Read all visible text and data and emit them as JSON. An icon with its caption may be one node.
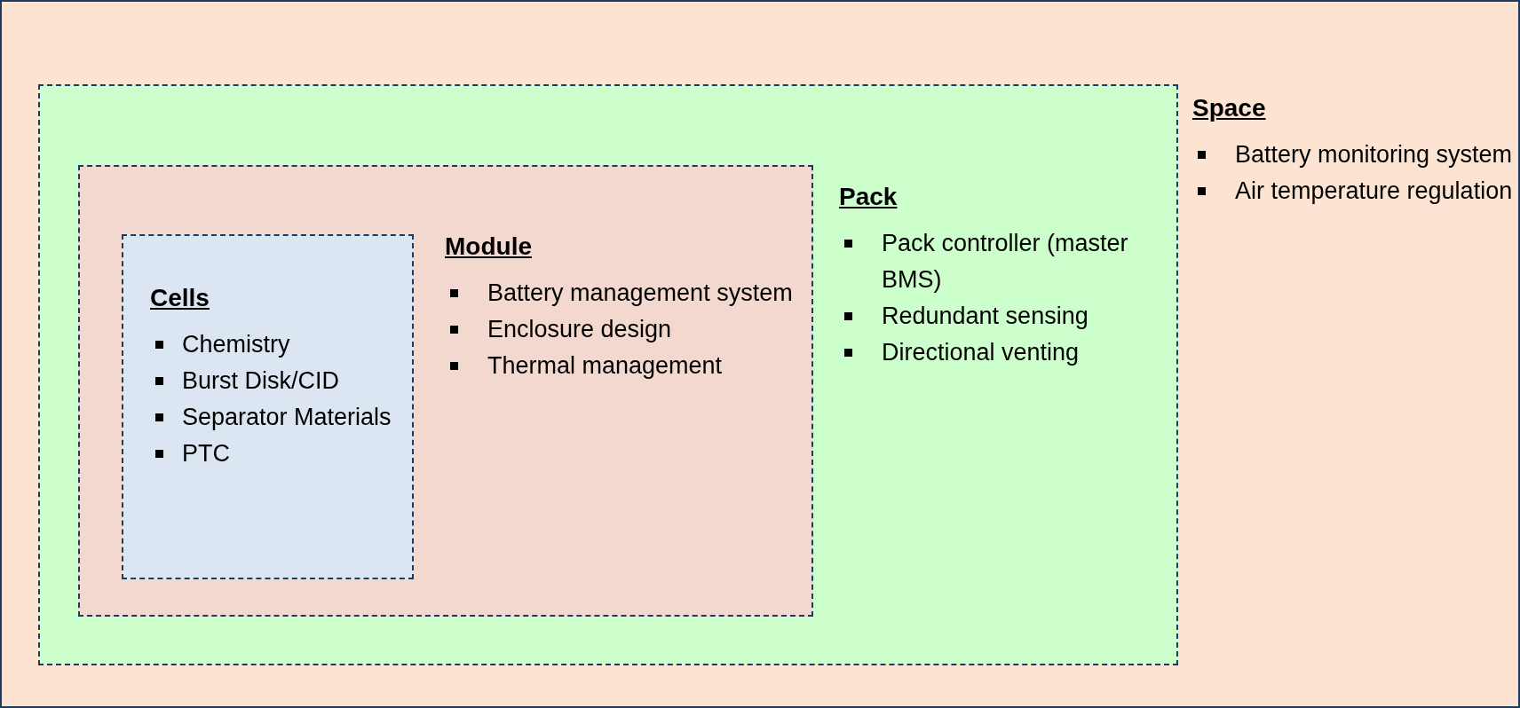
{
  "diagram": {
    "nodes": [
      {
        "text": [
          "Space",
          "Battery monitoring system",
          "Air temperature regulation"
        ]
      },
      {
        "text": [
          "Pack",
          "Pack controller (master BMS)",
          "Redundant sensing",
          "Directional venting"
        ],
        "in": 0
      },
      {
        "text": [
          "Module",
          "Battery management system",
          "Enclosure design",
          "Thermal management"
        ],
        "in": 1
      },
      {
        "text": [
          "Cells",
          "Chemistry",
          "Burst Disk/CID",
          "Separator Materials",
          "PTC"
        ],
        "in": 2
      }
    ]
  }
}
